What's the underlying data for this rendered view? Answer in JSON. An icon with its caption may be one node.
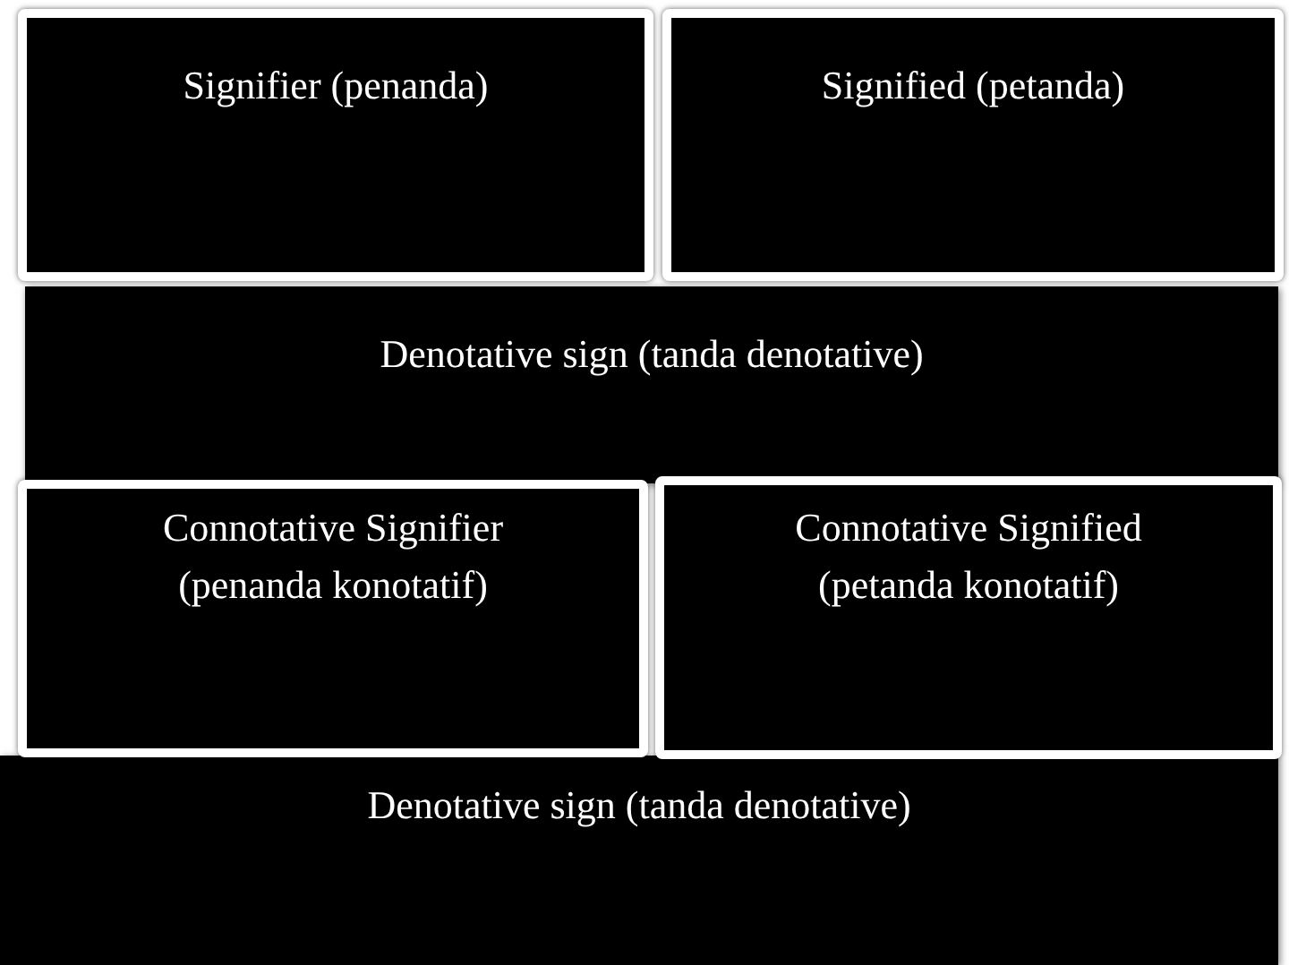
{
  "diagram": {
    "nodes": [
      {
        "text": [
          "Signifier (penanda)"
        ]
      },
      {
        "text": [
          "Signified (petanda)"
        ]
      },
      {
        "text": [
          "Denotative sign (tanda denotative)"
        ]
      },
      {
        "text": [
          "Connotative Signifier (penanda konotatif)"
        ]
      },
      {
        "text": [
          "Connotative Signified (petanda konotatif)"
        ]
      },
      {
        "text": [
          "Denotative sign (tanda denotative)"
        ]
      }
    ]
  }
}
